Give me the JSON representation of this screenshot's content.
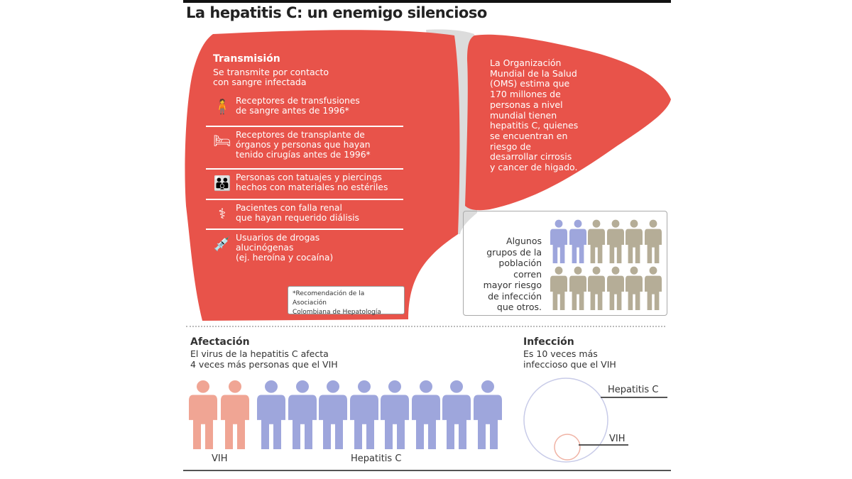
{
  "title": "La hepatitis C: un enemigo silencioso",
  "transmission": {
    "heading": "Transmisión",
    "intro": [
      "Se transmite por contacto",
      "con sangre infectada"
    ],
    "items": [
      {
        "icon": "transfusion-icon",
        "lines": [
          "Receptores de transfusiones",
          "de sangre antes de 1996*"
        ]
      },
      {
        "icon": "surgery-icon",
        "lines": [
          "Receptores de transplante de",
          "órganos y personas que hayan",
          "tenido cirugías antes de 1996*"
        ]
      },
      {
        "icon": "tattoo-icon",
        "lines": [
          "Personas con tatuajes y piercings",
          "hechos con materiales no estériles"
        ]
      },
      {
        "icon": "dialysis-icon",
        "lines": [
          "Pacientes con falla renal",
          "que hayan requerido diálisis"
        ]
      },
      {
        "icon": "syringe-icon",
        "lines": [
          "Usuarios de drogas",
          "alucinógenas",
          "(ej. heroína y cocaína)"
        ]
      }
    ],
    "note": [
      "*Recomendación de la Asociación",
      "Colombiana de Hepatología"
    ]
  },
  "oms": {
    "lines": [
      "La Organización",
      "Mundial de la Salud",
      "(OMS) estima que",
      "170 millones de",
      "personas a nivel",
      "mundial tienen",
      "hepatitis C, quienes",
      "se encuentran en",
      "riesgo de",
      "desarrollar cirrosis",
      "y cancer de higado."
    ]
  },
  "risk": {
    "lines": [
      "Algunos",
      "grupos de la",
      "población",
      "corren",
      "mayor riesgo",
      "de infección",
      "que otros."
    ],
    "highlighted": 2,
    "total": 12
  },
  "afectacion": {
    "heading": "Afectación",
    "lines": [
      "El virus de la hepatitis C afecta",
      "4 veces más personas que el VIH"
    ],
    "vih_count": 2,
    "hepc_count": 8,
    "vih_label": "VIH",
    "hepc_label": "Hepatitis C"
  },
  "infeccion": {
    "heading": "Infección",
    "lines": [
      "Es 10 veces más",
      "infeccioso que el VIH"
    ],
    "hepc_label": "Hepatitis C",
    "vih_label": "VIH"
  },
  "colors": {
    "liver": "#e8534a",
    "gap": "#dcdcdc",
    "blue": "#9ea6dc",
    "tan": "#b5ad97",
    "salmon": "#f0a594"
  }
}
